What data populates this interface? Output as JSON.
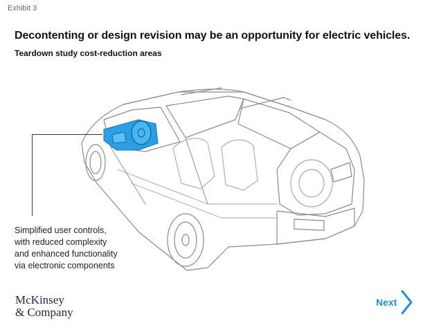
{
  "header": {
    "exhibit_label": "Exhibit 3",
    "title": "Decontenting or design revision may be an opportunity for electric vehicles.",
    "subtitle": "Teardown study cost-reduction areas"
  },
  "figure": {
    "callout_lines": [
      "Simplified user controls,",
      "with reduced complexity",
      "and enhanced functionality",
      "via electronic components"
    ],
    "highlight_color": "#2a9fe2",
    "outline_color": "#8a8a8a"
  },
  "footer": {
    "logo_lines": [
      "McKinsey",
      "& Company"
    ],
    "next_label": "Next",
    "next_icon": "chevron-right-icon",
    "accent_color": "#1f8fd0"
  }
}
